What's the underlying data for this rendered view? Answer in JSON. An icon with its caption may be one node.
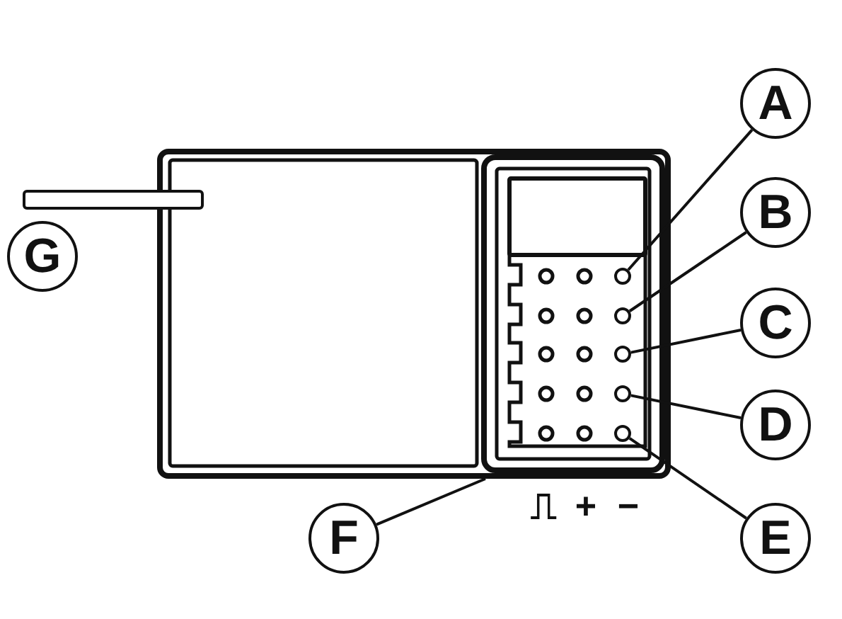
{
  "diagram": {
    "nodes": [
      {
        "text": [
          "A"
        ]
      },
      {
        "text": [
          "B"
        ]
      },
      {
        "text": [
          "G"
        ]
      },
      {
        "text": [
          "C"
        ]
      },
      {
        "text": [
          "D"
        ]
      },
      {
        "text": [
          "F"
        ]
      },
      {
        "text": [
          "E"
        ]
      },
      {
        "text": [],
        "shape": "box"
      },
      {
        "text": [],
        "shape": "circle",
        "in": 7
      },
      {
        "text": [],
        "shape": "circle",
        "in": 7
      },
      {
        "text": [],
        "shape": "circle",
        "in": 7
      },
      {
        "text": [],
        "shape": "circle",
        "in": 7
      },
      {
        "text": [],
        "shape": "circle",
        "in": 7
      },
      {
        "text": [],
        "shape": "bar"
      }
    ],
    "edges": [
      {
        "from": 0,
        "to": 8,
        "arrow": "none"
      },
      {
        "from": 1,
        "to": 9,
        "arrow": "none"
      },
      {
        "from": 3,
        "to": 10,
        "arrow": "none"
      },
      {
        "from": 4,
        "to": 11,
        "arrow": "none"
      },
      {
        "from": 5,
        "to": 7,
        "arrow": "none"
      },
      {
        "from": 6,
        "to": 12,
        "arrow": "none"
      }
    ],
    "labels": [
      "⎍",
      "+",
      "−"
    ]
  }
}
